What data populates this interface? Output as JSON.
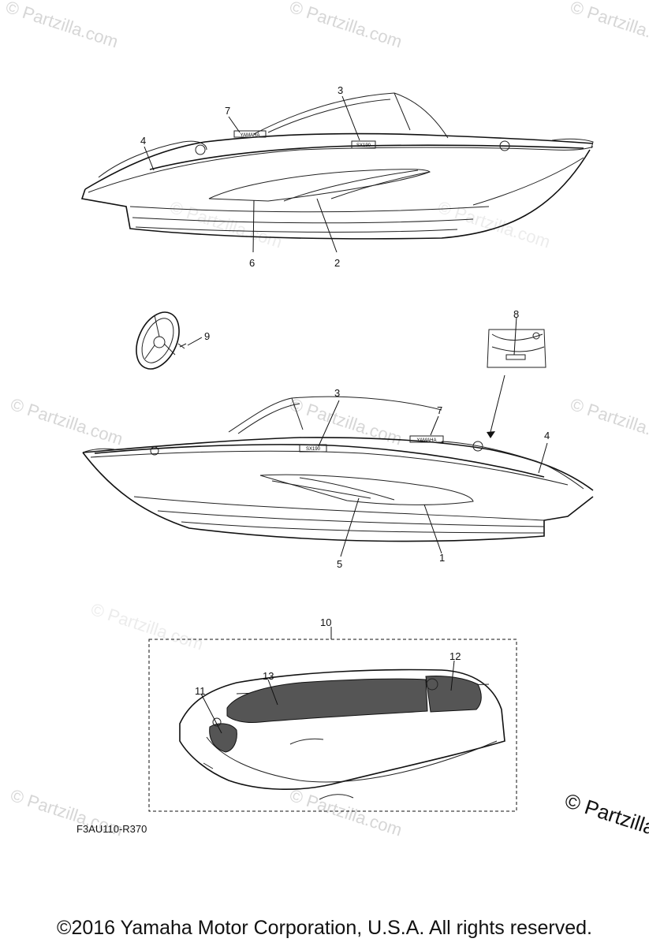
{
  "watermarks": [
    "© Partzilla.com",
    "© Partzilla.com",
    "© Partzilla.com",
    "© Partzilla.com",
    "© Partzilla.com",
    "© Partzilla.com",
    "© Partzilla.com",
    "© Partzilla.com",
    "© Partzilla.com",
    "© Partzilla.com",
    "© Partzilla.com"
  ],
  "watermark_corner": "© Partzilla.com",
  "callouts": {
    "c1": "1",
    "c2": "2",
    "c3_top": "3",
    "c3_bottom": "3",
    "c4_top": "4",
    "c4_bottom": "4",
    "c5": "5",
    "c6": "6",
    "c7_top": "7",
    "c7_bottom": "7",
    "c8": "8",
    "c9": "9",
    "c10": "10",
    "c11": "11",
    "c12": "12",
    "c13": "13"
  },
  "decals": {
    "brand": "YAMAHA",
    "model": "SX190"
  },
  "diagram_code": "F3AU110-R370",
  "copyright": "©2016  Yamaha Motor Corporation, U.S.A. All rights reserved.",
  "colors": {
    "line": "#111111",
    "watermark": "#c9c9c9",
    "mat": "#555555"
  }
}
